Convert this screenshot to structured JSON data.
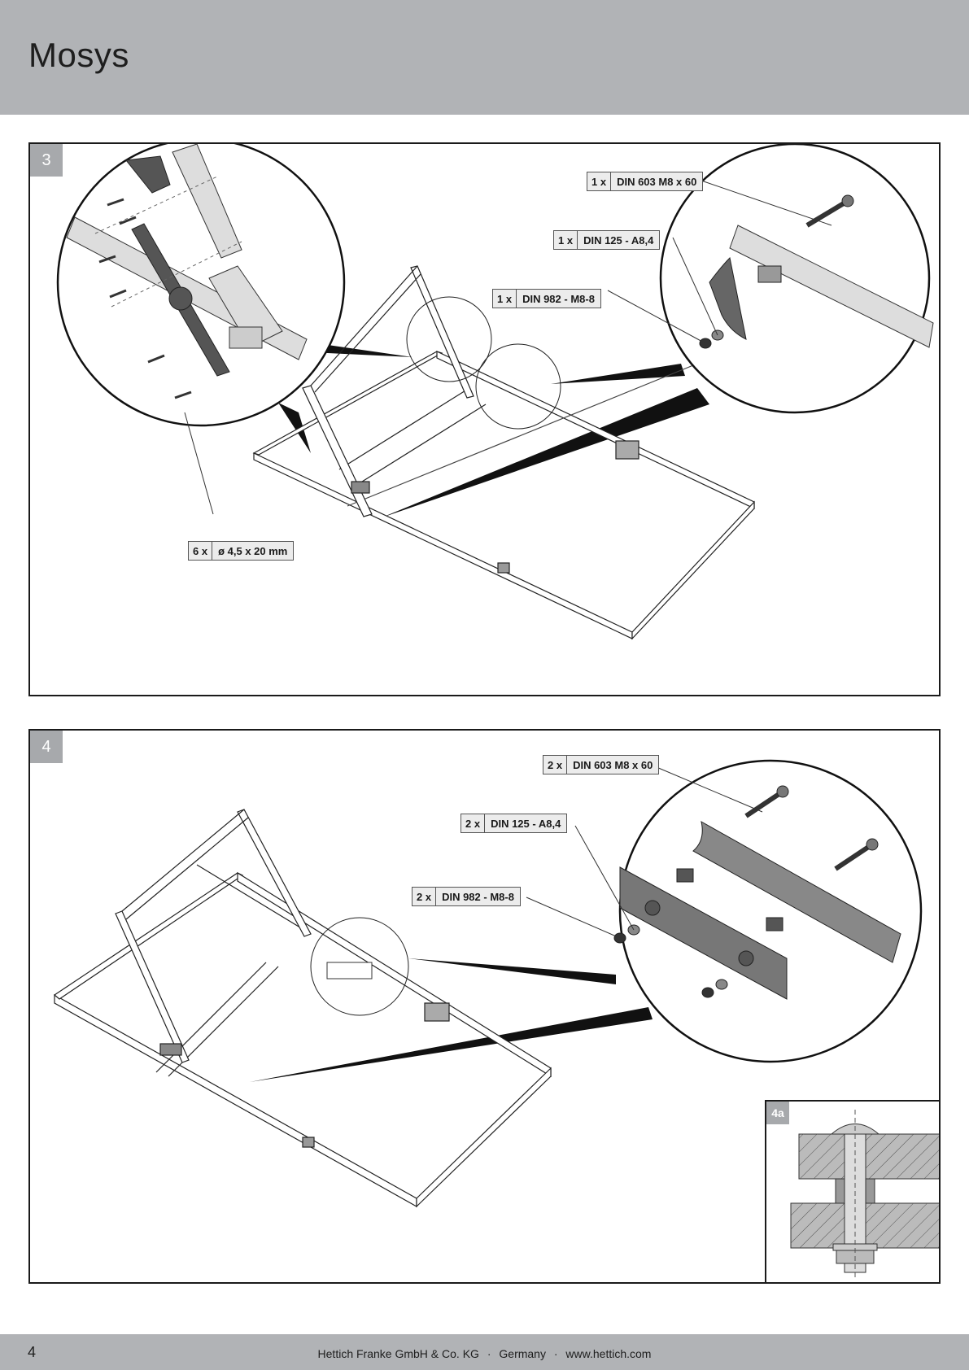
{
  "header": {
    "title": "Mosys"
  },
  "steps": [
    {
      "badge": "3",
      "labels": [
        {
          "qty": "1 x",
          "spec": "DIN 603 M8 x 60"
        },
        {
          "qty": "1 x",
          "spec": "DIN 125 - A8,4"
        },
        {
          "qty": "1 x",
          "spec": "DIN 982 - M8-8"
        },
        {
          "qty": "6 x",
          "spec": "ø 4,5 x 20 mm"
        }
      ]
    },
    {
      "badge": "4",
      "labels": [
        {
          "qty": "2 x",
          "spec": "DIN 603 M8 x 60"
        },
        {
          "qty": "2 x",
          "spec": "DIN 125 - A8,4"
        },
        {
          "qty": "2 x",
          "spec": "DIN 982 - M8-8"
        }
      ],
      "inset_badge": "4a"
    }
  ],
  "footer": {
    "page_number": "4",
    "company": "Hettich Franke GmbH & Co. KG",
    "separator": "·",
    "country": "Germany",
    "website": "www.hettich.com"
  }
}
